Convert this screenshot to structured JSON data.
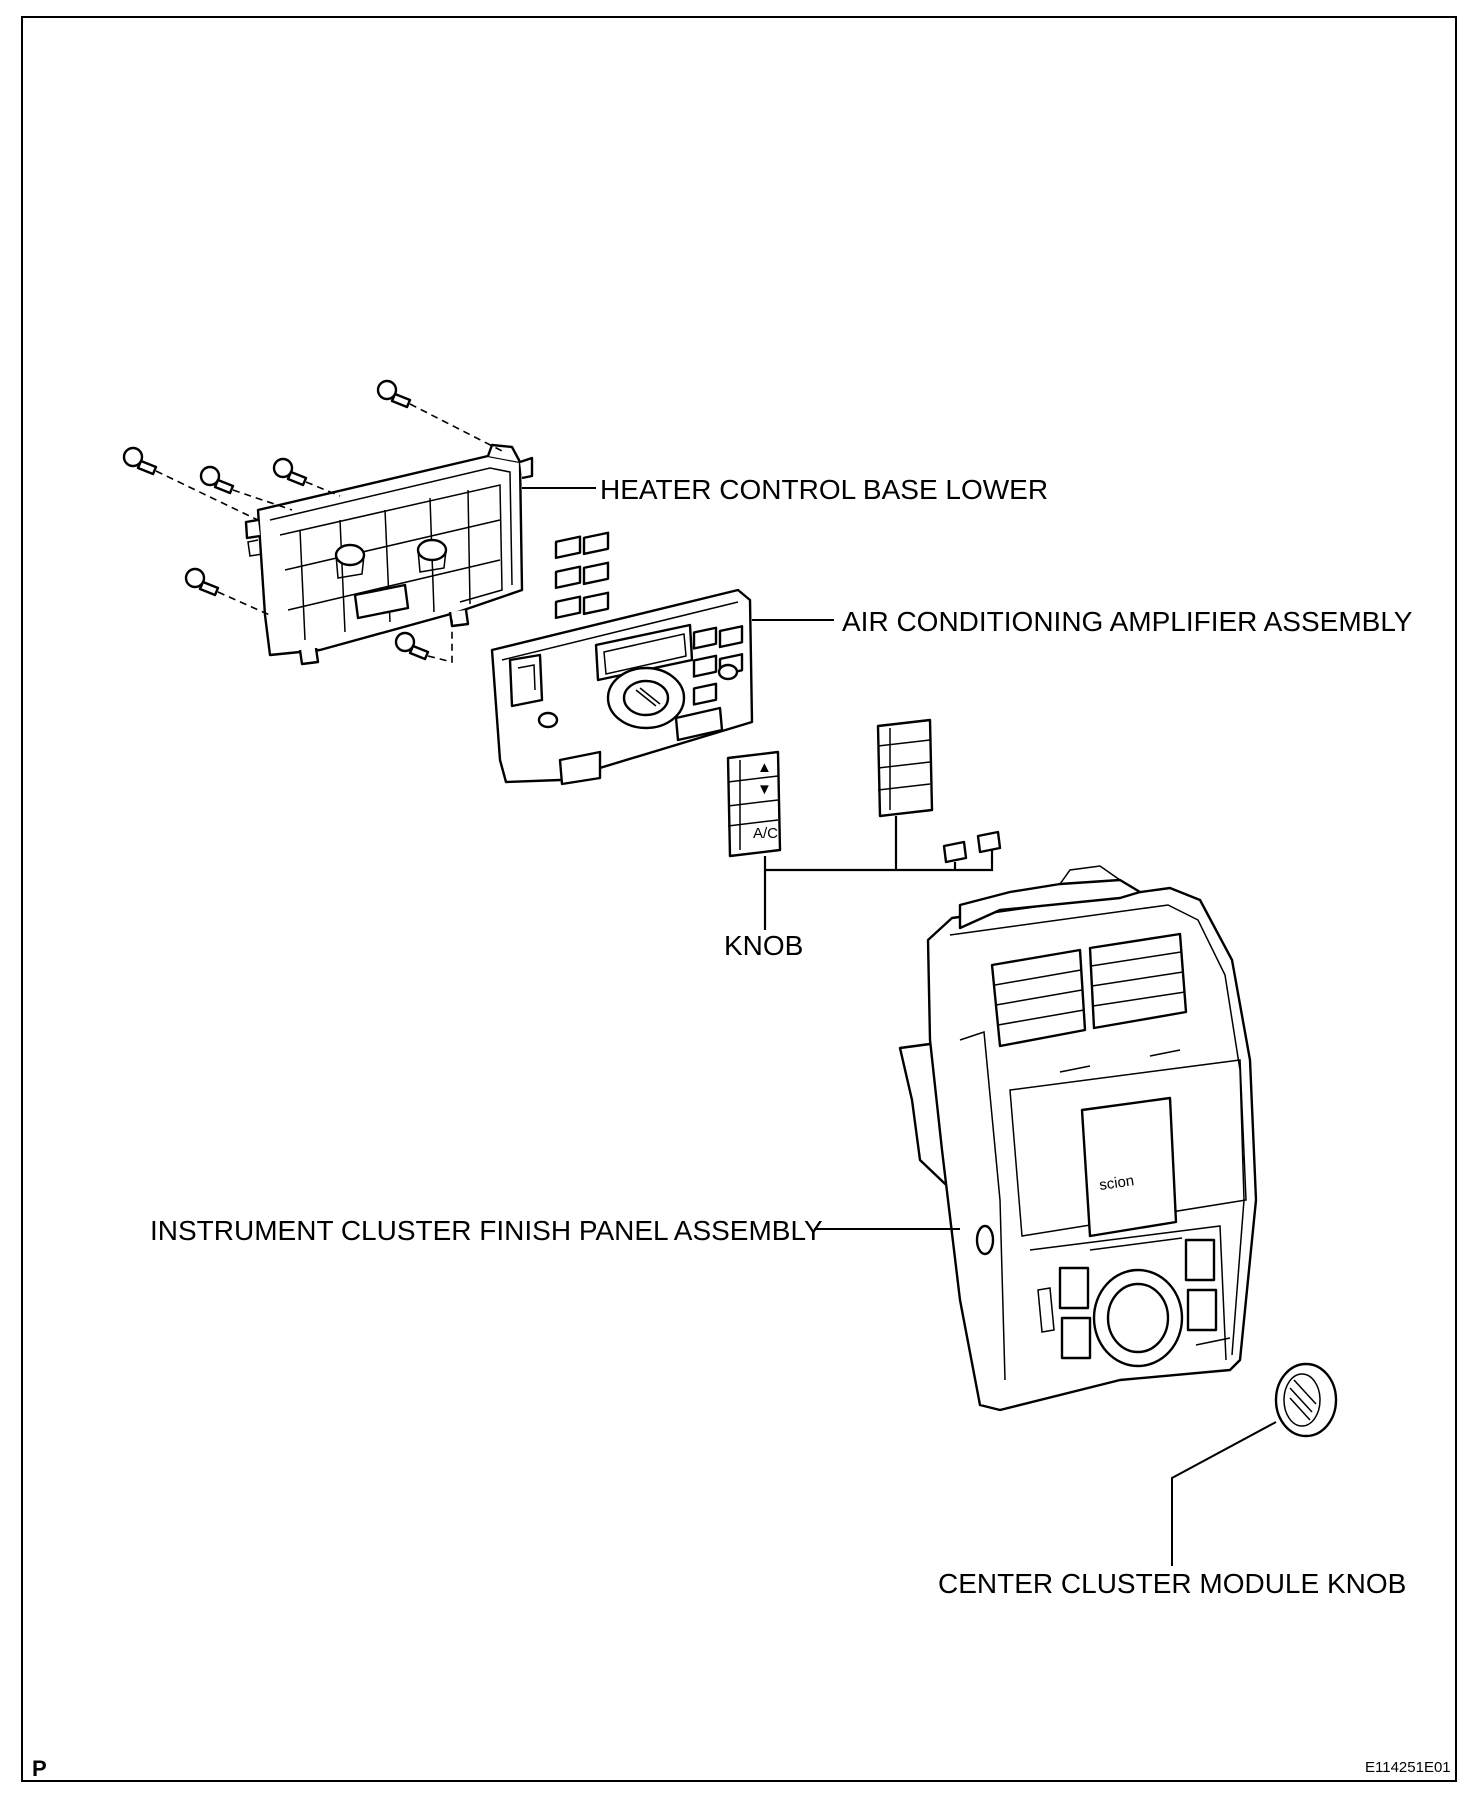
{
  "labels": {
    "heater_base": "HEATER CONTROL BASE LOWER",
    "ac_amplifier": "AIR CONDITIONING AMPLIFIER ASSEMBLY",
    "knob": "KNOB",
    "finish_panel": "INSTRUMENT CLUSTER FINISH PANEL ASSEMBLY",
    "module_knob": "CENTER CLUSTER MODULE KNOB"
  },
  "brand_text": "scion",
  "footer": {
    "page_letter": "P",
    "figure_code": "E114251E01"
  },
  "colors": {
    "line": "#000000",
    "background": "#ffffff"
  }
}
